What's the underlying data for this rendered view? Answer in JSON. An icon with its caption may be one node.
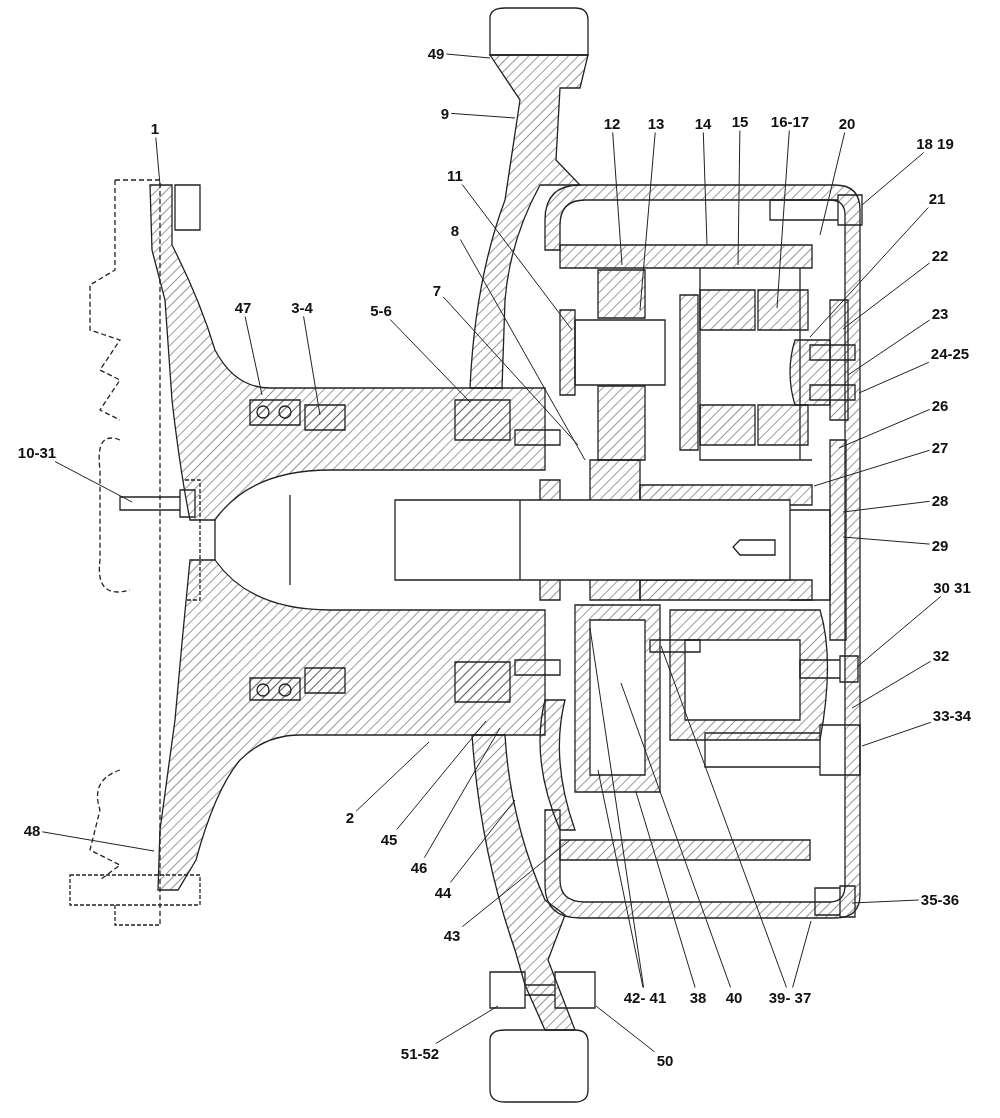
{
  "diagram": {
    "nodes": [
      {
        "text": [
          "49"
        ]
      },
      {
        "text": [
          "9"
        ]
      },
      {
        "text": [
          "1"
        ]
      },
      {
        "text": [
          "12"
        ]
      },
      {
        "text": [
          "13"
        ]
      },
      {
        "text": [
          "14"
        ]
      },
      {
        "text": [
          "15"
        ]
      },
      {
        "text": [
          "16-17"
        ]
      },
      {
        "text": [
          "20"
        ]
      },
      {
        "text": [
          "18 19"
        ]
      },
      {
        "text": [
          "11"
        ]
      },
      {
        "text": [
          "21"
        ]
      },
      {
        "text": [
          "8"
        ]
      },
      {
        "text": [
          "22"
        ]
      },
      {
        "text": [
          "7"
        ]
      },
      {
        "text": [
          "47"
        ]
      },
      {
        "text": [
          "3-4"
        ]
      },
      {
        "text": [
          "5-6"
        ]
      },
      {
        "text": [
          "23"
        ]
      },
      {
        "text": [
          "24-25"
        ]
      },
      {
        "text": [
          "26"
        ]
      },
      {
        "text": [
          "27"
        ]
      },
      {
        "text": [
          "10-31"
        ]
      },
      {
        "text": [
          "28"
        ]
      },
      {
        "text": [
          "29"
        ]
      },
      {
        "text": [
          "30 31"
        ]
      },
      {
        "text": [
          "32"
        ]
      },
      {
        "text": [
          "33-34"
        ]
      },
      {
        "text": [
          "2"
        ]
      },
      {
        "text": [
          "48"
        ]
      },
      {
        "text": [
          "45"
        ]
      },
      {
        "text": [
          "46"
        ]
      },
      {
        "text": [
          "44"
        ]
      },
      {
        "text": [
          "35-36"
        ]
      },
      {
        "text": [
          "43"
        ]
      },
      {
        "text": [
          "42- 41"
        ]
      },
      {
        "text": [
          "38"
        ]
      },
      {
        "text": [
          "40"
        ]
      },
      {
        "text": [
          "39- 37"
        ]
      },
      {
        "text": [
          "51-52"
        ]
      },
      {
        "text": [
          "50"
        ]
      }
    ],
    "edges": [
      {
        "from": 0,
        "to": null,
        "arrow": "none"
      },
      {
        "from": 1,
        "to": null,
        "arrow": "none"
      },
      {
        "from": 2,
        "to": null,
        "arrow": "none"
      },
      {
        "from": 3,
        "to": null,
        "arrow": "none"
      },
      {
        "from": 4,
        "to": null,
        "arrow": "none"
      },
      {
        "from": 5,
        "to": null,
        "arrow": "none"
      },
      {
        "from": 6,
        "to": null,
        "arrow": "none"
      },
      {
        "from": 7,
        "to": null,
        "arrow": "none"
      },
      {
        "from": 8,
        "to": null,
        "arrow": "none"
      },
      {
        "from": 9,
        "to": null,
        "arrow": "none"
      },
      {
        "from": 10,
        "to": null,
        "arrow": "none"
      },
      {
        "from": 11,
        "to": null,
        "arrow": "none"
      },
      {
        "from": 12,
        "to": null,
        "arrow": "none"
      },
      {
        "from": 13,
        "to": null,
        "arrow": "none"
      },
      {
        "from": 14,
        "to": null,
        "arrow": "none"
      },
      {
        "from": 15,
        "to": null,
        "arrow": "none"
      },
      {
        "from": 16,
        "to": null,
        "arrow": "none"
      },
      {
        "from": 17,
        "to": null,
        "arrow": "none"
      },
      {
        "from": 18,
        "to": null,
        "arrow": "none"
      },
      {
        "from": 19,
        "to": null,
        "arrow": "none"
      },
      {
        "from": 20,
        "to": null,
        "arrow": "none"
      },
      {
        "from": 21,
        "to": null,
        "arrow": "none"
      },
      {
        "from": 22,
        "to": null,
        "arrow": "none"
      },
      {
        "from": 23,
        "to": null,
        "arrow": "none"
      },
      {
        "from": 24,
        "to": null,
        "arrow": "none"
      },
      {
        "from": 25,
        "to": null,
        "arrow": "none"
      },
      {
        "from": 26,
        "to": null,
        "arrow": "none"
      },
      {
        "from": 27,
        "to": null,
        "arrow": "none"
      },
      {
        "from": 28,
        "to": null,
        "arrow": "none"
      },
      {
        "from": 29,
        "to": null,
        "arrow": "none"
      },
      {
        "from": 30,
        "to": null,
        "arrow": "none"
      },
      {
        "from": 31,
        "to": null,
        "arrow": "none"
      },
      {
        "from": 32,
        "to": null,
        "arrow": "none"
      },
      {
        "from": 33,
        "to": null,
        "arrow": "none"
      },
      {
        "from": 34,
        "to": null,
        "arrow": "none"
      },
      {
        "from": 35,
        "to": null,
        "arrow": "none"
      },
      {
        "from": 35,
        "to": null,
        "arrow": "none"
      },
      {
        "from": 36,
        "to": null,
        "arrow": "none"
      },
      {
        "from": 37,
        "to": null,
        "arrow": "none"
      },
      {
        "from": 38,
        "to": null,
        "arrow": "none"
      },
      {
        "from": 38,
        "to": null,
        "arrow": "none"
      },
      {
        "from": 39,
        "to": null,
        "arrow": "none"
      },
      {
        "from": 40,
        "to": null,
        "arrow": "none"
      }
    ]
  }
}
